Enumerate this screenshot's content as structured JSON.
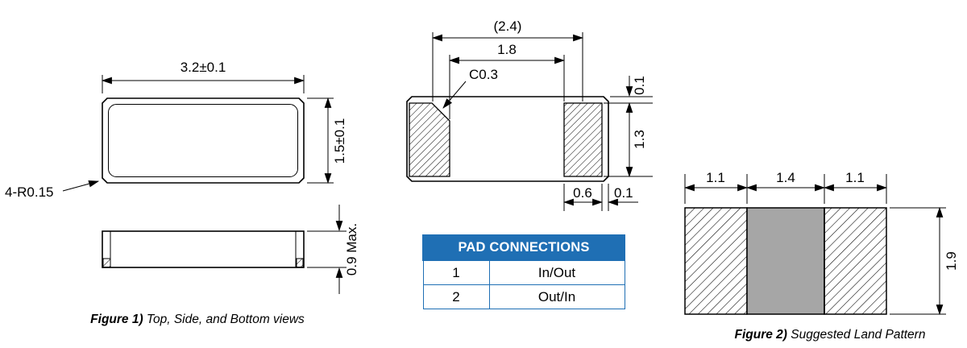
{
  "figure1": {
    "caption": {
      "label": "Figure 1)",
      "text": " Top, Side, and Bottom views"
    },
    "top_view": {
      "width_dim": "3.2±0.1",
      "height_dim": "1.5±0.1",
      "corner_radius": "4-R0.15"
    },
    "side_view": {
      "thickness_dim": "0.9 Max."
    }
  },
  "bottom_view": {
    "overall_dim": "(2.4)",
    "pad_gap_dim": "1.8",
    "chamfer": "C0.3",
    "top_offset_dim": "0.1",
    "pad_height_dim": "1.3",
    "pad_width_dim": "0.6",
    "side_offset_dim": "0.1"
  },
  "pad_connections": {
    "title": "PAD CONNECTIONS",
    "rows": [
      {
        "pad": "1",
        "signal": "In/Out"
      },
      {
        "pad": "2",
        "signal": "Out/In"
      }
    ]
  },
  "figure2": {
    "caption": {
      "label": "Figure 2)",
      "text": " Suggested Land Pattern"
    },
    "left_pad_dim": "1.1",
    "center_dim": "1.4",
    "right_pad_dim": "1.1",
    "height_dim": "1.9"
  },
  "colors": {
    "table_header_bg": "#1f6fb4",
    "table_border": "#1f6fb4",
    "land_center_fill": "#a6a6a6",
    "line_color": "#000000"
  }
}
